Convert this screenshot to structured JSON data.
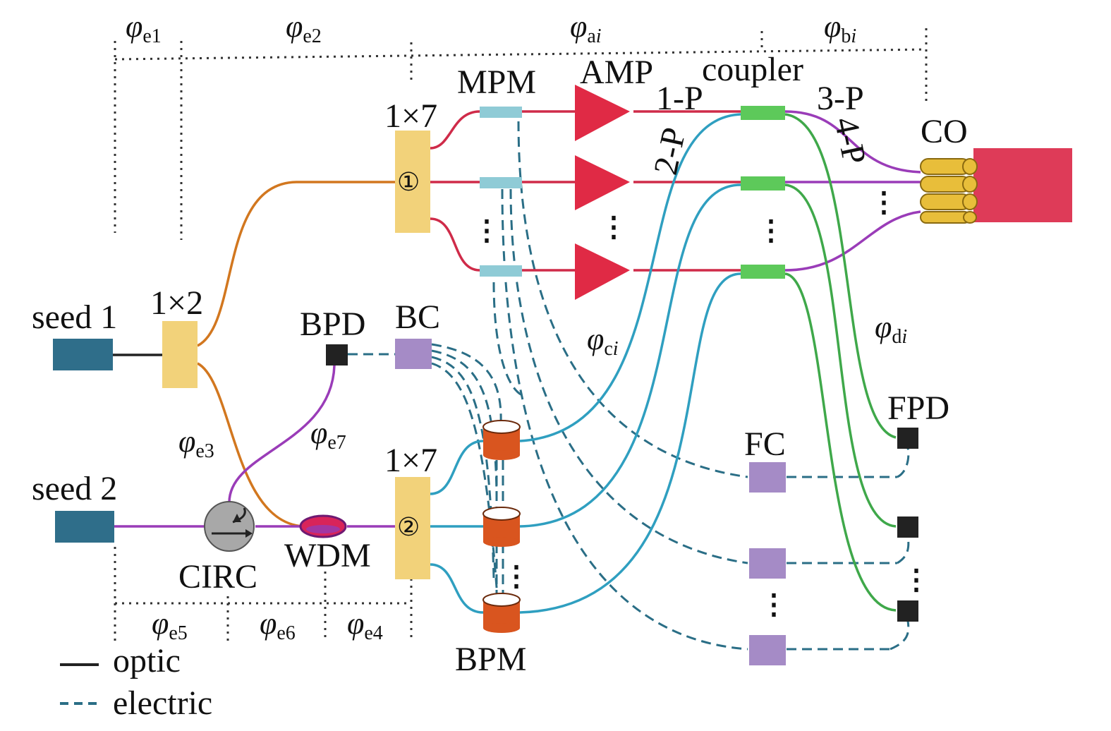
{
  "labels": {
    "seed1": "seed 1",
    "seed2": "seed 2",
    "splitter_1x2": "1×2",
    "splitter_1x7_a": "1×7",
    "splitter_1x7_b": "1×7",
    "circle_1": "①",
    "circle_2": "②",
    "mpm": "MPM",
    "amp": "AMP",
    "coupler": "coupler",
    "co": "CO",
    "bpd": "BPD",
    "bc": "BC",
    "bpm": "BPM",
    "fc": "FC",
    "fpd": "FPD",
    "wdm": "WDM",
    "circ": "CIRC",
    "port_1p": "1-P",
    "port_2p": "2-P",
    "port_3p": "3-P",
    "port_4p": "4-P",
    "ellipsis": "⋮"
  },
  "phases": {
    "phi": "φ",
    "e1": "e1",
    "e2": "e2",
    "e3": "e3",
    "e4": "e4",
    "e5": "e5",
    "e6": "e6",
    "e7": "e7",
    "a": "a",
    "b": "b",
    "c": "c",
    "d": "d",
    "i": "i"
  },
  "legend": {
    "optic": "optic",
    "electric": "electric"
  },
  "colors": {
    "seed": "#2f6e8a",
    "splitter": "#f2d27a",
    "mpm": "#8fcbd6",
    "amp": "#e02a45",
    "coupler": "#5dc95a",
    "bpd": "#222222",
    "bc": "#a58bc6",
    "bpm": "#d9551f",
    "wdm": "#d8245a",
    "circ": "#a8a8a8",
    "co_bundle": "#e8be3a",
    "co_block": "#de3b58",
    "fiber_orange": "#d2771f",
    "fiber_red": "#cf2b49",
    "fiber_purple": "#9a3cb8",
    "fiber_cyan": "#2f9fc0",
    "fiber_green": "#3fa84a",
    "electric": "#2a6e86",
    "optic": "#222222"
  }
}
